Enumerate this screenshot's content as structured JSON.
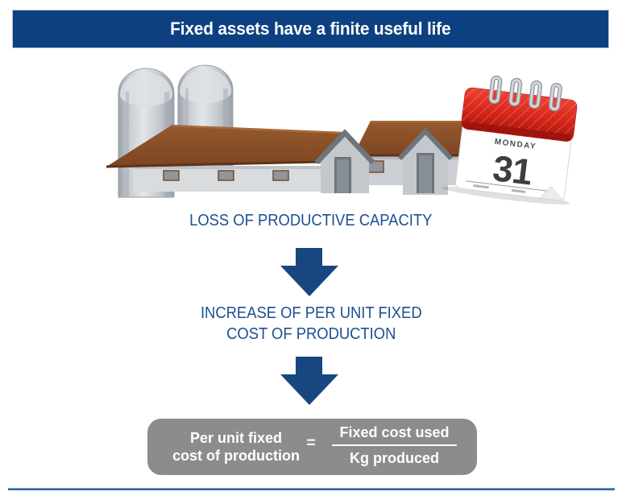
{
  "header": {
    "title": "Fixed assets have a finite useful life"
  },
  "illustration": {
    "calendar": {
      "weekday": "MONDAY",
      "day": "31"
    }
  },
  "flow": {
    "step1_label": "LOSS OF PRODUCTIVE CAPACITY",
    "step2_label_line1": "INCREASE OF PER UNIT FIXED",
    "step2_label_line2": "COST OF PRODUCTION"
  },
  "formula": {
    "lhs_line1": "Per unit fixed",
    "lhs_line2": "cost of production",
    "equals_sign": "=",
    "numerator": "Fixed cost used",
    "denominator": "Kg produced"
  },
  "colors": {
    "header_bg": "#0d4080",
    "body_text_blue": "#1d4f91",
    "arrow_blue": "#17477e",
    "formula_box_gray": "#8a8c8e",
    "footer_rule_blue": "#2f5fa8",
    "roof_brown": "#8a5129",
    "calendar_red": "#d8261a"
  }
}
